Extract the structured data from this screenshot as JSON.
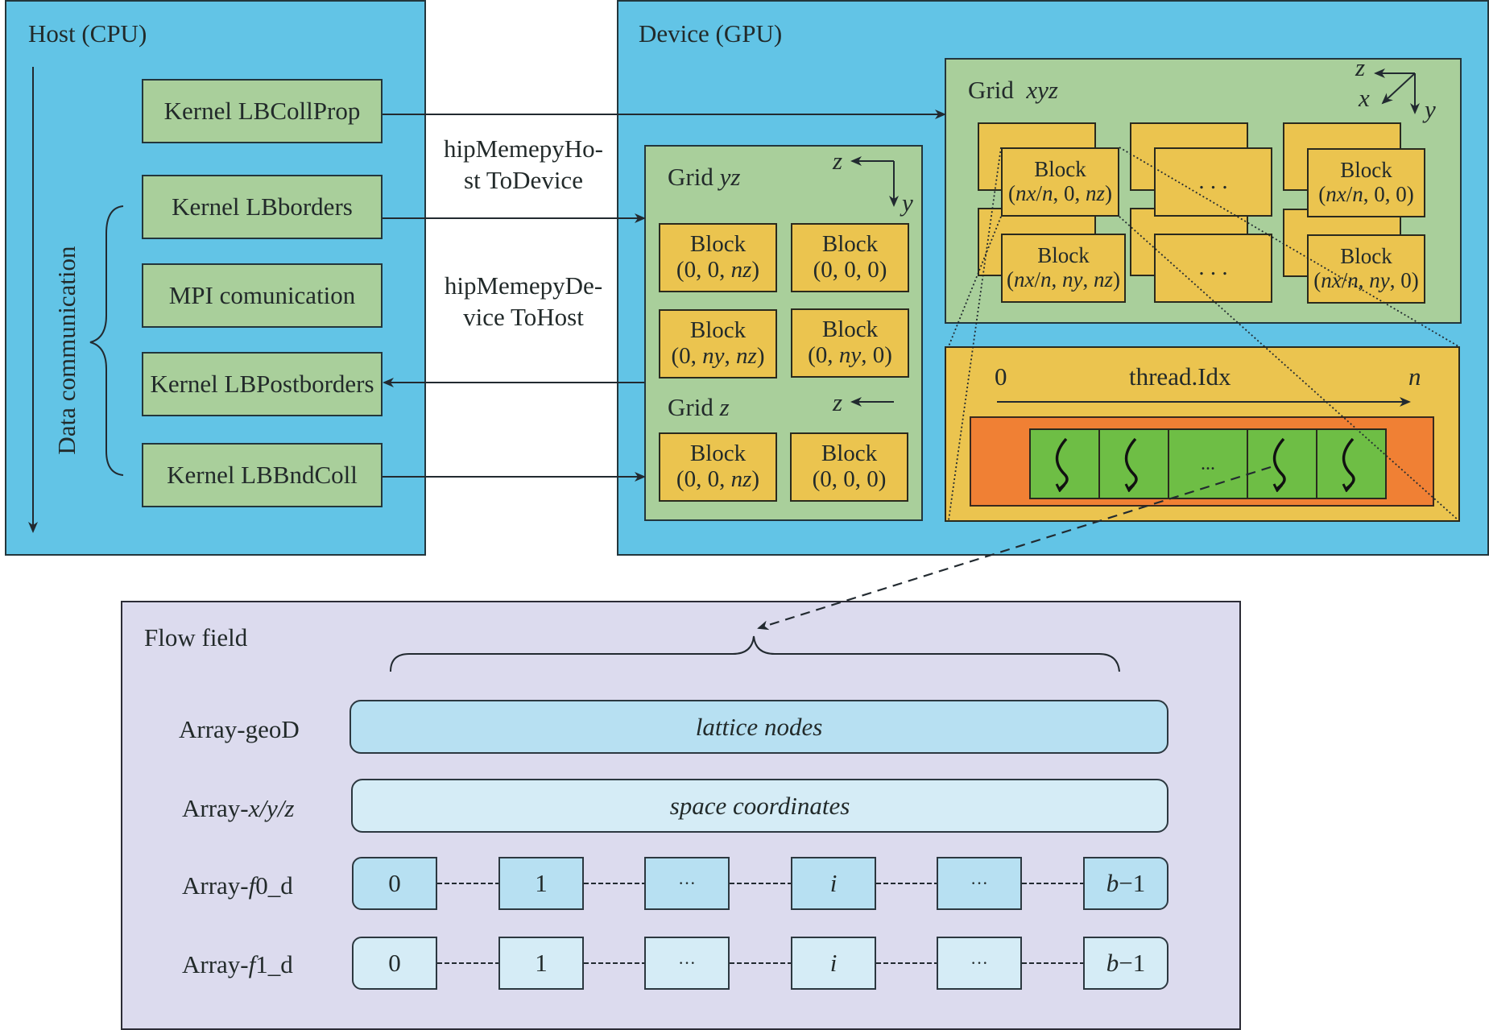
{
  "host": {
    "title": "Host (CPU)",
    "timeline_label": "Data communication",
    "kernels": [
      {
        "label": "Kernel LBCollProp"
      },
      {
        "label": "Kernel LBborders"
      },
      {
        "label": "MPI comunication"
      },
      {
        "label": "Kernel LBPostborders"
      },
      {
        "label": "Kernel LBBndColl"
      }
    ]
  },
  "transfers": {
    "h2d_line1": "hipMemepyHo-",
    "h2d_line2": "st ToDevice",
    "d2h_line1": "hipMemepyDe-",
    "d2h_line2": "vice ToHost"
  },
  "device": {
    "title": "Device (GPU)",
    "grid_yz": {
      "title_plain": "Grid ",
      "title_italic": "yz",
      "axis_z": "z",
      "axis_y": "y",
      "blocks": [
        {
          "label": "Block",
          "coord": "(0, 0, nz)"
        },
        {
          "label": "Block",
          "coord": "(0, 0, 0)"
        },
        {
          "label": "Block",
          "coord": "(0, ny, nz)"
        },
        {
          "label": "Block",
          "coord": "(0, ny, 0)"
        }
      ]
    },
    "grid_z": {
      "title_plain": "Grid ",
      "title_italic": "z",
      "axis_z": "z",
      "blocks": [
        {
          "label": "Block",
          "coord": "(0, 0, nz)"
        },
        {
          "label": "Block",
          "coord": "(0, 0, 0)"
        }
      ]
    },
    "grid_xyz": {
      "title_plain": "Grid",
      "title_italic": "xyz",
      "axis_z": "z",
      "axis_x": "x",
      "axis_y": "y",
      "blocks": [
        {
          "label": "Block",
          "coord": "(nx/n, 0, nz)"
        },
        {
          "label": "",
          "coord": ". . ."
        },
        {
          "label": "Block",
          "coord": "(nx/n, 0, 0)"
        },
        {
          "label": "Block",
          "coord": "(nx/n, ny, nz)"
        },
        {
          "label": "",
          "coord": ". . ."
        },
        {
          "label": "Block",
          "coord": "(nx/n, ny, 0)"
        }
      ]
    },
    "threads": {
      "start": "0",
      "title": "thread.Idx",
      "end": "n",
      "ellipsis": "..."
    }
  },
  "flow_field": {
    "title": "Flow field",
    "rows": [
      {
        "label_plain": "Array-geoD",
        "label_italic": "",
        "label_suffix": "",
        "content": "lattice nodes"
      },
      {
        "label_plain": "Array-",
        "label_italic": "x/y/z",
        "label_suffix": "",
        "content": "space coordinates"
      },
      {
        "label_plain": "Array-",
        "label_italic": "f",
        "label_suffix": "0_d",
        "cells": [
          "0",
          "1",
          "···",
          "i",
          "···",
          "b−1"
        ]
      },
      {
        "label_plain": "Array-",
        "label_italic": "f",
        "label_suffix": "1_d",
        "cells": [
          "0",
          "1",
          "···",
          "i",
          "···",
          "b−1"
        ]
      }
    ]
  },
  "colors": {
    "panel_blue": "#62c4e6",
    "grid_green": "#a9cf9b",
    "block_yellow": "#ebc44f",
    "thread_orange": "#f08034",
    "thread_green": "#6ebe45",
    "flow_bg": "#dcdbee",
    "array_blue": "#b7e0f2",
    "array_lightblue": "#d5ecf6"
  }
}
